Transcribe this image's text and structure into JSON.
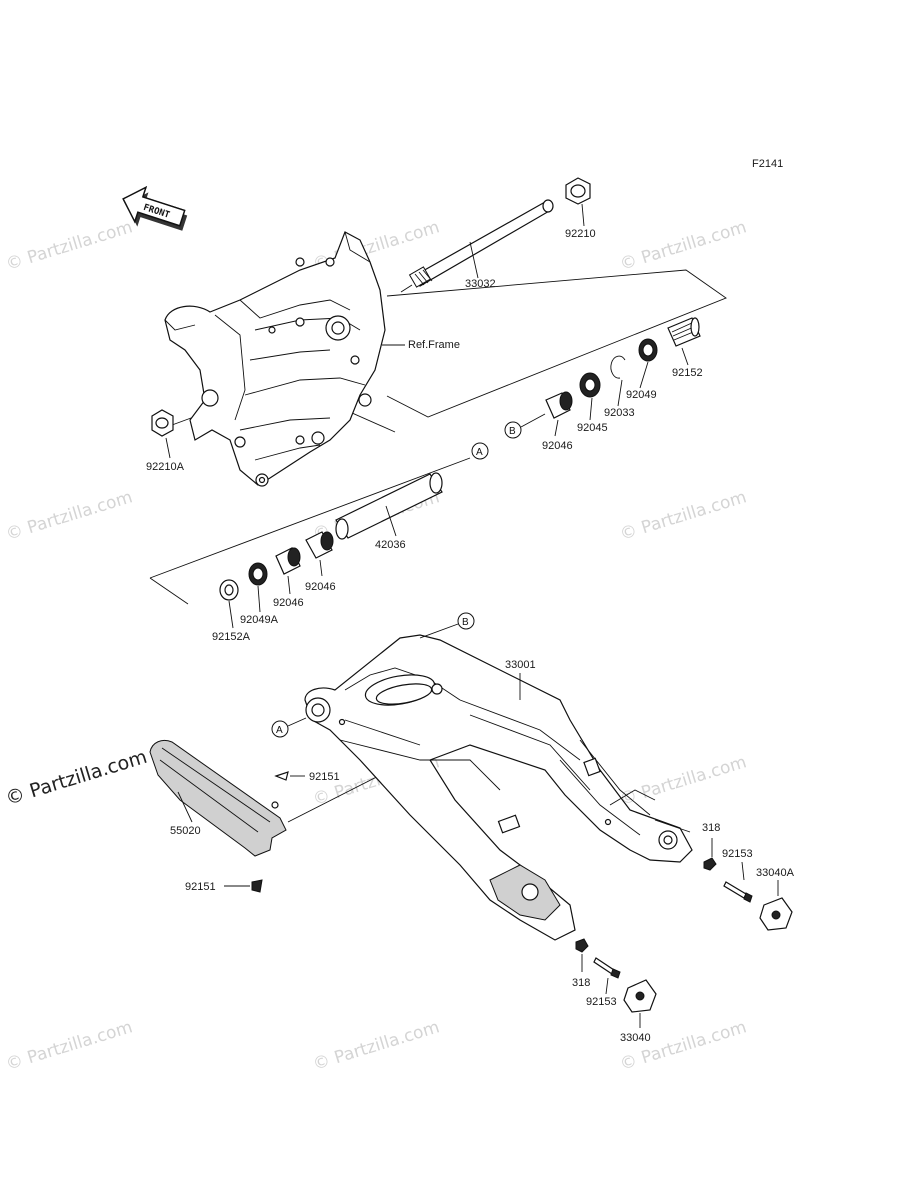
{
  "figure_code": "F2141",
  "front_marker": "FRONT",
  "watermark_text": "© Partzilla.com",
  "callouts": {
    "a": "A",
    "b": "B"
  },
  "labels": {
    "p33032": "33032",
    "p92210": "92210",
    "ref_frame": "Ref.Frame",
    "p92152": "92152",
    "p92049": "92049",
    "p92033": "92033",
    "p92045": "92045",
    "p92046_top": "92046",
    "p92210A": "92210A",
    "p42036": "42036",
    "p92046_mid": "92046",
    "p92046_low": "92046",
    "p92049A": "92049A",
    "p92152A": "92152A",
    "p33001": "33001",
    "p92151_top": "92151",
    "p55020": "55020",
    "p92151_bottom": "92151",
    "p318_right": "318",
    "p92153_right": "92153",
    "p33040A": "33040A",
    "p318_bottom": "318",
    "p92153_bottom": "92153",
    "p33040": "33040"
  },
  "colors": {
    "line": "#111111",
    "watermark": "#d4d4d4",
    "background": "#ffffff"
  }
}
